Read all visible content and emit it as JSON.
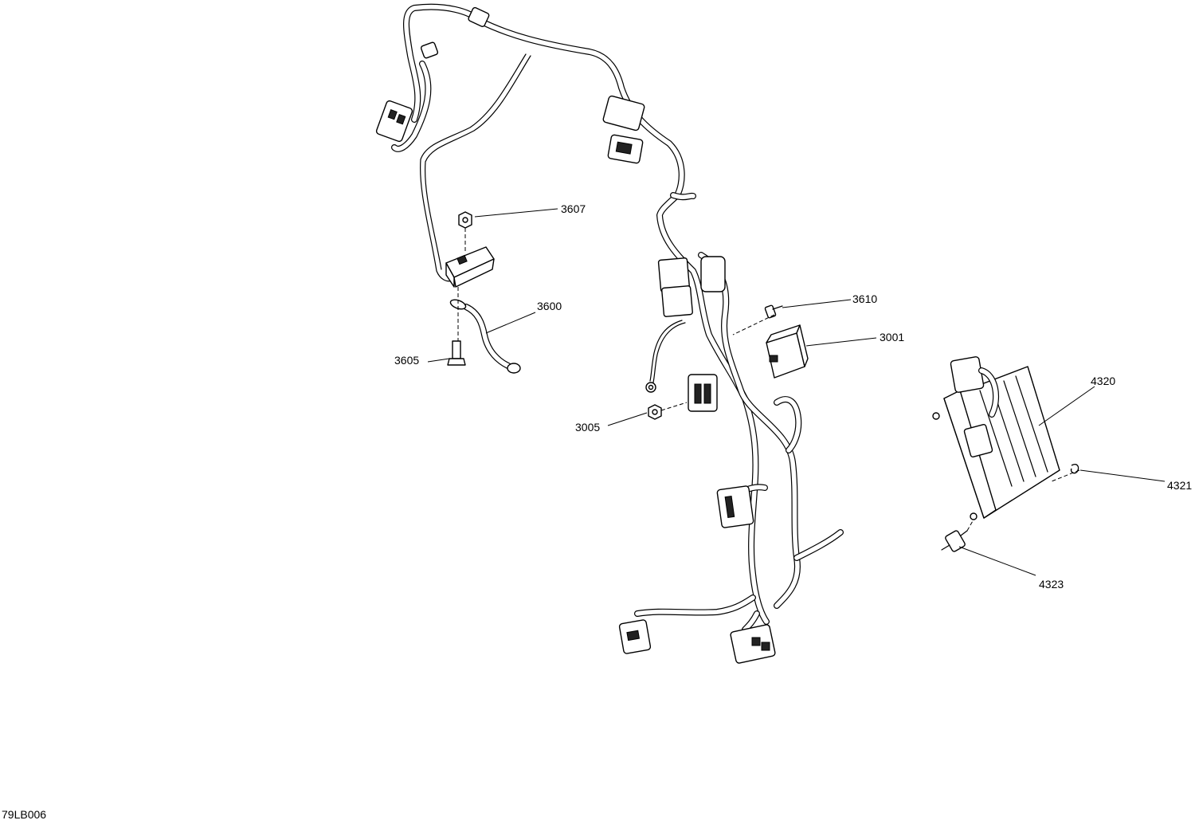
{
  "figure_id": "79LB006",
  "callouts": [
    {
      "id": "3607",
      "label": "3607"
    },
    {
      "id": "3600",
      "label": "3600"
    },
    {
      "id": "3605",
      "label": "3605"
    },
    {
      "id": "3610",
      "label": "3610"
    },
    {
      "id": "3001",
      "label": "3001"
    },
    {
      "id": "3005",
      "label": "3005"
    },
    {
      "id": "4320",
      "label": "4320"
    },
    {
      "id": "4321",
      "label": "4321"
    },
    {
      "id": "4323",
      "label": "4323"
    }
  ]
}
